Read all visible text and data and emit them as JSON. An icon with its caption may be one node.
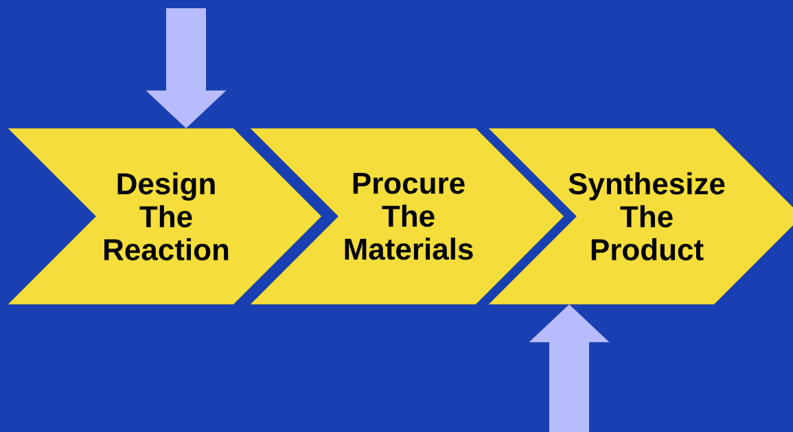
{
  "diagram": {
    "nodes": [
      {
        "text": [
          "Design The Reaction"
        ]
      },
      {
        "text": [
          "Procure The Materials"
        ]
      },
      {
        "text": [
          "Synthesize The Product"
        ]
      }
    ],
    "edges": [
      {
        "from": null,
        "to": 0,
        "arrow": "to",
        "style": "thick",
        "color": "#b8bcff"
      },
      {
        "from": null,
        "to": 2,
        "arrow": "to",
        "style": "thick",
        "color": "#b8bcff"
      }
    ]
  }
}
